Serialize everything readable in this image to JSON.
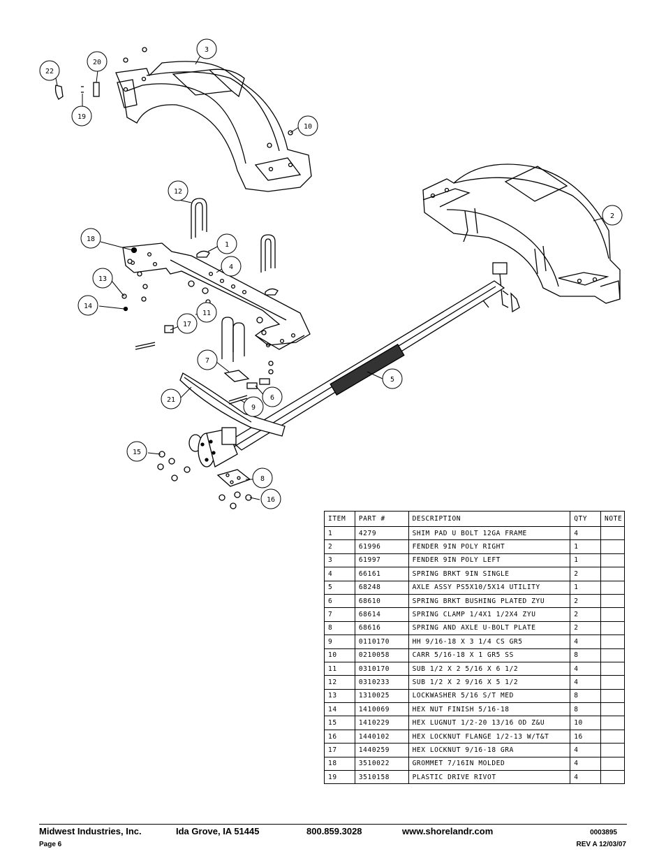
{
  "callouts": [
    "1",
    "2",
    "3",
    "4",
    "5",
    "6",
    "7",
    "8",
    "9",
    "10",
    "11",
    "12",
    "13",
    "14",
    "15",
    "16",
    "17",
    "18",
    "19",
    "20",
    "21",
    "22"
  ],
  "parts_table": {
    "headers": {
      "item": "ITEM",
      "part": "PART #",
      "description": "DESCRIPTION",
      "qty": "QTY",
      "note": "NOTE"
    },
    "rows": [
      {
        "item": "1",
        "part": "4279",
        "description": "SHIM PAD   U BOLT 12GA FRAME",
        "qty": "4",
        "note": ""
      },
      {
        "item": "2",
        "part": "61996",
        "description": "FENDER  9IN POLY RIGHT",
        "qty": "1",
        "note": ""
      },
      {
        "item": "3",
        "part": "61997",
        "description": "FENDER  9IN POLY LEFT",
        "qty": "1",
        "note": ""
      },
      {
        "item": "4",
        "part": "66161",
        "description": "SPRING BRKT   9IN SINGLE",
        "qty": "2",
        "note": ""
      },
      {
        "item": "5",
        "part": "68248",
        "description": "AXLE ASSY PS5X10/5X14 UTILITY",
        "qty": "1",
        "note": ""
      },
      {
        "item": "6",
        "part": "68610",
        "description": "SPRING BRKT BUSHING PLATED ZYU",
        "qty": "2",
        "note": ""
      },
      {
        "item": "7",
        "part": "68614",
        "description": "SPRING CLAMP   1/4X1 1/2X4  ZYU",
        "qty": "2",
        "note": ""
      },
      {
        "item": "8",
        "part": "68616",
        "description": "SPRING AND AXLE U-BOLT PLATE",
        "qty": "2",
        "note": ""
      },
      {
        "item": "9",
        "part": "0110170",
        "description": "HH 9/16-18 X 3 1/4 CS GR5",
        "qty": "4",
        "note": ""
      },
      {
        "item": "10",
        "part": "0210058",
        "description": "CARR 5/16-18 X 1 GR5 SS",
        "qty": "8",
        "note": ""
      },
      {
        "item": "11",
        "part": "0310170",
        "description": "SUB 1/2 X 2 5/16 X 6 1/2",
        "qty": "4",
        "note": ""
      },
      {
        "item": "12",
        "part": "0310233",
        "description": "SUB 1/2 X 2 9/16 X 5 1/2",
        "qty": "4",
        "note": ""
      },
      {
        "item": "13",
        "part": "1310025",
        "description": "LOCKWASHER 5/16 S/T MED",
        "qty": "8",
        "note": ""
      },
      {
        "item": "14",
        "part": "1410069",
        "description": "HEX NUT FINISH 5/16-18",
        "qty": "8",
        "note": ""
      },
      {
        "item": "15",
        "part": "1410229",
        "description": "HEX LUGNUT 1/2-20 13/16 OD Z&U",
        "qty": "10",
        "note": ""
      },
      {
        "item": "16",
        "part": "1440102",
        "description": "HEX LOCKNUT FLANGE 1/2-13 W/T&T",
        "qty": "16",
        "note": ""
      },
      {
        "item": "17",
        "part": "1440259",
        "description": "HEX LOCKNUT 9/16-18 GRA",
        "qty": "4",
        "note": ""
      },
      {
        "item": "18",
        "part": "3510022",
        "description": "GROMMET  7/16IN MOLDED",
        "qty": "4",
        "note": ""
      },
      {
        "item": "19",
        "part": "3510158",
        "description": "PLASTIC DRIVE RIVOT",
        "qty": "4",
        "note": ""
      }
    ]
  },
  "footer": {
    "company": "Midwest Industries, Inc.",
    "location": "Ida Grove, IA  51445",
    "phone": "800.859.3028",
    "website": "www.shorelandr.com",
    "doc_number": "0003895",
    "page": "Page 6",
    "revision": "REV A  12/03/07"
  }
}
